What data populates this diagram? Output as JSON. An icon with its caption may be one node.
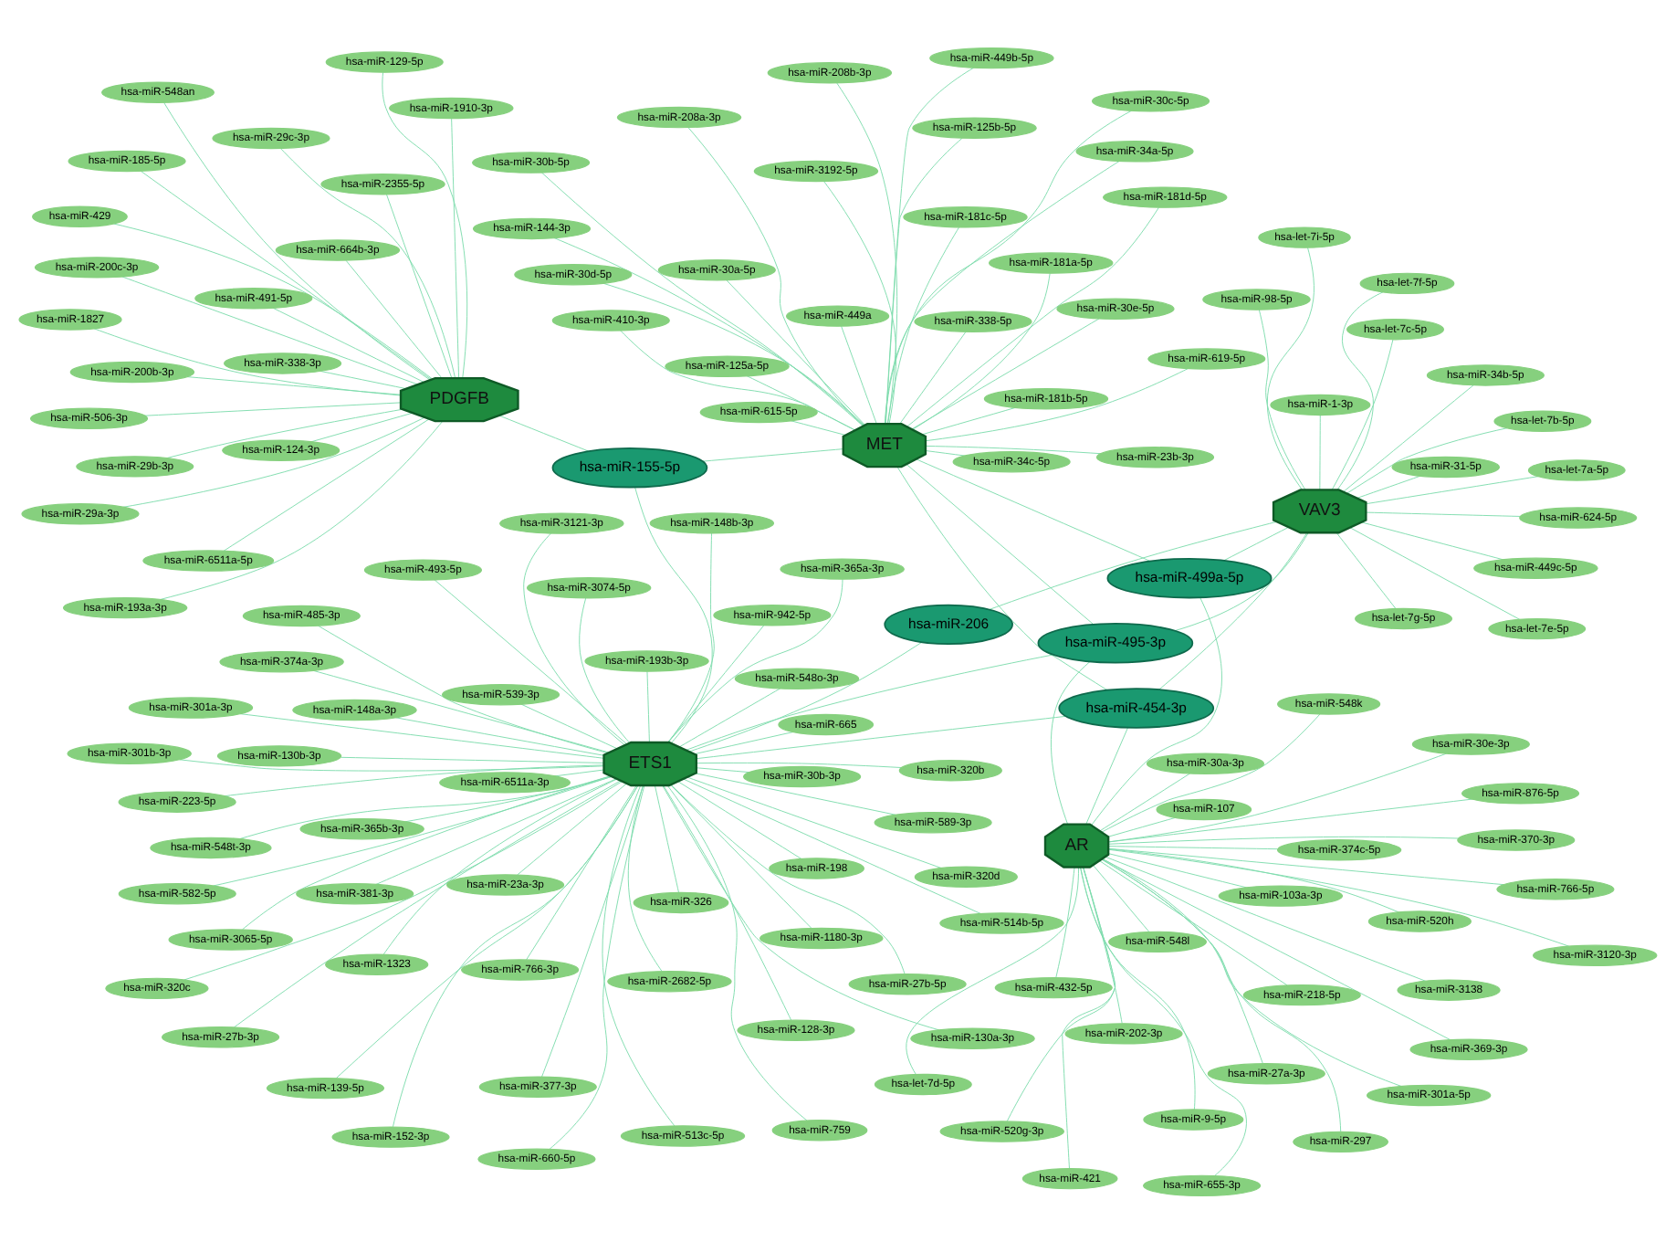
{
  "diagram": {
    "nodes": [
      {
        "text": [
          "MET"
        ]
      },
      {
        "text": [
          "hsa-miR-495-3p"
        ]
      },
      {
        "text": [
          "hsa-miR-155-5p"
        ]
      },
      {
        "text": [
          "hsa-miR-499a-5p"
        ]
      },
      {
        "text": [
          "PDGFB"
        ]
      },
      {
        "text": [
          "ETS1"
        ]
      },
      {
        "text": [
          "AR"
        ]
      },
      {
        "text": [
          "hsa-miR-206"
        ]
      },
      {
        "text": [
          "VAV3"
        ]
      },
      {
        "text": [
          "hsa-miR-454-3p"
        ]
      },
      {
        "text": [
          "hsa-miR-513c-5p"
        ]
      },
      {
        "text": [
          "hsa-miR-548t-3p"
        ]
      },
      {
        "text": [
          "hsa-miR-514b-5p"
        ]
      },
      {
        "text": [
          "hsa-miR-589-3p"
        ]
      },
      {
        "text": [
          "hsa-miR-3121-3p"
        ]
      },
      {
        "text": [
          "hsa-miR-128-3p"
        ]
      },
      {
        "text": [
          "hsa-miR-130a-3p"
        ]
      },
      {
        "text": [
          "hsa-miR-301a-3p"
        ]
      },
      {
        "text": [
          "hsa-miR-301b-3p"
        ]
      },
      {
        "text": [
          "hsa-miR-130b-3p"
        ]
      },
      {
        "text": [
          "hsa-miR-23a-3p"
        ]
      },
      {
        "text": [
          "hsa-miR-1-3p"
        ]
      },
      {
        "text": [
          "hsa-miR-624-5p"
        ]
      },
      {
        "text": [
          "hsa-miR-449c-5p"
        ]
      },
      {
        "text": [
          "hsa-miR-34b-5p"
        ]
      },
      {
        "text": [
          "hsa-miR-27a-3p"
        ]
      },
      {
        "text": [
          "hsa-miR-876-5p"
        ]
      },
      {
        "text": [
          "hsa-miR-548l"
        ]
      },
      {
        "text": [
          "hsa-miR-9-5p"
        ]
      },
      {
        "text": [
          "hsa-miR-369-3p"
        ]
      },
      {
        "text": [
          "hsa-miR-107"
        ]
      },
      {
        "text": [
          "hsa-miR-103a-3p"
        ]
      },
      {
        "text": [
          "hsa-miR-31-5p"
        ]
      },
      {
        "text": [
          "hsa-let-7f-5p"
        ]
      },
      {
        "text": [
          "hsa-let-7e-5p"
        ]
      },
      {
        "text": [
          "hsa-let-7g-5p"
        ]
      },
      {
        "text": [
          "hsa-let-7b-5p"
        ]
      },
      {
        "text": [
          "hsa-let-7a-5p"
        ]
      },
      {
        "text": [
          "hsa-let-7i-5p"
        ]
      },
      {
        "text": [
          "hsa-miR-98-5p"
        ]
      },
      {
        "text": [
          "hsa-let-7c-5p"
        ]
      },
      {
        "text": [
          "hsa-miR-30b-5p"
        ]
      },
      {
        "text": [
          "hsa-miR-30a-5p"
        ]
      },
      {
        "text": [
          "hsa-miR-30c-5p"
        ]
      },
      {
        "text": [
          "hsa-miR-30e-5p"
        ]
      },
      {
        "text": [
          "hsa-miR-30d-5p"
        ]
      },
      {
        "text": [
          "hsa-miR-3138"
        ]
      },
      {
        "text": [
          "hsa-miR-218-5p"
        ]
      },
      {
        "text": [
          "hsa-miR-766-5p"
        ]
      },
      {
        "text": [
          "hsa-miR-3120-3p"
        ]
      },
      {
        "text": [
          "hsa-miR-432-5p"
        ]
      },
      {
        "text": [
          "hsa-miR-370-3p"
        ]
      },
      {
        "text": [
          "hsa-miR-548k"
        ]
      },
      {
        "text": [
          "hsa-miR-30a-3p"
        ]
      },
      {
        "text": [
          "hsa-miR-30e-3p"
        ]
      },
      {
        "text": [
          "hsa-miR-297"
        ]
      },
      {
        "text": [
          "hsa-miR-421"
        ]
      },
      {
        "text": [
          "hsa-miR-185-5p"
        ]
      },
      {
        "text": [
          "hsa-miR-2355-5p"
        ]
      },
      {
        "text": [
          "hsa-miR-1827"
        ]
      },
      {
        "text": [
          "hsa-miR-491-5p"
        ]
      },
      {
        "text": [
          "hsa-miR-548an"
        ]
      },
      {
        "text": [
          "hsa-miR-320c"
        ]
      },
      {
        "text": [
          "hsa-miR-320b"
        ]
      },
      {
        "text": [
          "hsa-miR-320d"
        ]
      },
      {
        "text": [
          "hsa-miR-3065-5p"
        ]
      },
      {
        "text": [
          "hsa-miR-30b-3p"
        ]
      },
      {
        "text": [
          "hsa-miR-1910-3p"
        ]
      },
      {
        "text": [
          "hsa-miR-6511a-5p"
        ]
      },
      {
        "text": [
          "hsa-miR-29b-3p"
        ]
      },
      {
        "text": [
          "hsa-miR-29a-3p"
        ]
      },
      {
        "text": [
          "hsa-miR-29c-3p"
        ]
      },
      {
        "text": [
          "hsa-miR-664b-3p"
        ]
      },
      {
        "text": [
          "hsa-let-7d-5p"
        ]
      },
      {
        "text": [
          "hsa-miR-202-3p"
        ]
      },
      {
        "text": [
          "hsa-miR-301a-5p"
        ]
      },
      {
        "text": [
          "hsa-miR-374c-5p"
        ]
      },
      {
        "text": [
          "hsa-miR-655-3p"
        ]
      },
      {
        "text": [
          "hsa-miR-520g-3p"
        ]
      },
      {
        "text": [
          "hsa-miR-520h"
        ]
      },
      {
        "text": [
          "hsa-miR-223-5p"
        ]
      },
      {
        "text": [
          "hsa-miR-27b-3p"
        ]
      },
      {
        "text": [
          "hsa-miR-198"
        ]
      },
      {
        "text": [
          "hsa-miR-2682-5p"
        ]
      },
      {
        "text": [
          "hsa-miR-493-5p"
        ]
      },
      {
        "text": [
          "hsa-miR-485-3p"
        ]
      },
      {
        "text": [
          "hsa-miR-539-3p"
        ]
      },
      {
        "text": [
          "hsa-miR-374a-3p"
        ]
      },
      {
        "text": [
          "hsa-miR-148a-3p"
        ]
      },
      {
        "text": [
          "hsa-miR-152-3p"
        ]
      },
      {
        "text": [
          "hsa-miR-148b-3p"
        ]
      },
      {
        "text": [
          "hsa-miR-582-5p"
        ]
      },
      {
        "text": [
          "hsa-miR-665"
        ]
      },
      {
        "text": [
          "hsa-miR-3074-5p"
        ]
      },
      {
        "text": [
          "hsa-miR-381-3p"
        ]
      },
      {
        "text": [
          "hsa-miR-377-3p"
        ]
      },
      {
        "text": [
          "hsa-miR-326"
        ]
      },
      {
        "text": [
          "hsa-miR-619-5p"
        ]
      },
      {
        "text": [
          "hsa-miR-338-5p"
        ]
      },
      {
        "text": [
          "hsa-miR-615-5p"
        ]
      },
      {
        "text": [
          "hsa-miR-125b-5p"
        ]
      },
      {
        "text": [
          "hsa-miR-3192-5p"
        ]
      },
      {
        "text": [
          "hsa-miR-410-3p"
        ]
      },
      {
        "text": [
          "hsa-miR-125a-5p"
        ]
      },
      {
        "text": [
          "hsa-miR-144-3p"
        ]
      },
      {
        "text": [
          "hsa-miR-181d-5p"
        ]
      },
      {
        "text": [
          "hsa-miR-181a-5p"
        ]
      },
      {
        "text": [
          "hsa-miR-181c-5p"
        ]
      },
      {
        "text": [
          "hsa-miR-208b-3p"
        ]
      },
      {
        "text": [
          "hsa-miR-208a-3p"
        ]
      },
      {
        "text": [
          "hsa-miR-181b-5p"
        ]
      },
      {
        "text": [
          "hsa-miR-129-5p"
        ]
      },
      {
        "text": [
          "hsa-miR-338-3p"
        ]
      },
      {
        "text": [
          "hsa-miR-506-3p"
        ]
      },
      {
        "text": [
          "hsa-miR-200b-3p"
        ]
      },
      {
        "text": [
          "hsa-miR-429"
        ]
      },
      {
        "text": [
          "hsa-miR-200c-3p"
        ]
      },
      {
        "text": [
          "hsa-miR-124-3p"
        ]
      },
      {
        "text": [
          "hsa-miR-193a-3p"
        ]
      },
      {
        "text": [
          "hsa-miR-193b-3p"
        ]
      },
      {
        "text": [
          "hsa-miR-766-3p"
        ]
      },
      {
        "text": [
          "hsa-miR-139-5p"
        ]
      },
      {
        "text": [
          "hsa-miR-759"
        ]
      },
      {
        "text": [
          "hsa-miR-27b-5p"
        ]
      },
      {
        "text": [
          "hsa-miR-1180-3p"
        ]
      },
      {
        "text": [
          "hsa-miR-1323"
        ]
      },
      {
        "text": [
          "hsa-miR-6511a-3p"
        ]
      },
      {
        "text": [
          "hsa-miR-660-5p"
        ]
      },
      {
        "text": [
          "hsa-miR-548o-3p"
        ]
      },
      {
        "text": [
          "hsa-miR-365b-3p"
        ]
      },
      {
        "text": [
          "hsa-miR-365a-3p"
        ]
      },
      {
        "text": [
          "hsa-miR-942-5p"
        ]
      },
      {
        "text": [
          "hsa-miR-34c-5p"
        ]
      },
      {
        "text": [
          "hsa-miR-34a-5p"
        ]
      },
      {
        "text": [
          "hsa-miR-449b-5p"
        ]
      },
      {
        "text": [
          "hsa-miR-449a"
        ]
      },
      {
        "text": [
          "hsa-miR-23b-3p"
        ]
      }
    ],
    "edges": [
      {
        "from": 1,
        "to": 0,
        "arrow": "none"
      },
      {
        "from": 1,
        "to": 5,
        "arrow": "none"
      },
      {
        "from": 1,
        "to": 8,
        "arrow": "none"
      },
      {
        "from": 1,
        "to": 6,
        "arrow": "none"
      },
      {
        "from": 2,
        "to": 4,
        "arrow": "none"
      },
      {
        "from": 2,
        "to": 5,
        "arrow": "none"
      },
      {
        "from": 2,
        "to": 0,
        "arrow": "none"
      },
      {
        "from": 3,
        "to": 6,
        "arrow": "none"
      },
      {
        "from": 3,
        "to": 0,
        "arrow": "none"
      },
      {
        "from": 3,
        "to": 8,
        "arrow": "none"
      },
      {
        "from": 7,
        "to": 5,
        "arrow": "none"
      },
      {
        "from": 7,
        "to": 8,
        "arrow": "none"
      },
      {
        "from": 9,
        "to": 8,
        "arrow": "none"
      },
      {
        "from": 9,
        "to": 5,
        "arrow": "none"
      },
      {
        "from": 9,
        "to": 6,
        "arrow": "none"
      },
      {
        "from": 9,
        "to": 0,
        "arrow": "none"
      },
      {
        "from": 10,
        "to": 5,
        "arrow": "none"
      },
      {
        "from": 11,
        "to": 5,
        "arrow": "none"
      },
      {
        "from": 12,
        "to": 5,
        "arrow": "none"
      },
      {
        "from": 13,
        "to": 5,
        "arrow": "none"
      },
      {
        "from": 14,
        "to": 5,
        "arrow": "none"
      },
      {
        "from": 15,
        "to": 5,
        "arrow": "none"
      },
      {
        "from": 16,
        "to": 5,
        "arrow": "none"
      },
      {
        "from": 17,
        "to": 5,
        "arrow": "none"
      },
      {
        "from": 18,
        "to": 5,
        "arrow": "none"
      },
      {
        "from": 19,
        "to": 5,
        "arrow": "none"
      },
      {
        "from": 20,
        "to": 5,
        "arrow": "none"
      },
      {
        "from": 21,
        "to": 8,
        "arrow": "none"
      },
      {
        "from": 22,
        "to": 8,
        "arrow": "none"
      },
      {
        "from": 23,
        "to": 8,
        "arrow": "none"
      },
      {
        "from": 24,
        "to": 8,
        "arrow": "none"
      },
      {
        "from": 25,
        "to": 6,
        "arrow": "none"
      },
      {
        "from": 26,
        "to": 6,
        "arrow": "none"
      },
      {
        "from": 27,
        "to": 6,
        "arrow": "none"
      },
      {
        "from": 28,
        "to": 6,
        "arrow": "none"
      },
      {
        "from": 29,
        "to": 6,
        "arrow": "none"
      },
      {
        "from": 30,
        "to": 6,
        "arrow": "none"
      },
      {
        "from": 31,
        "to": 6,
        "arrow": "none"
      },
      {
        "from": 32,
        "to": 8,
        "arrow": "none"
      },
      {
        "from": 33,
        "to": 8,
        "arrow": "none"
      },
      {
        "from": 34,
        "to": 8,
        "arrow": "none"
      },
      {
        "from": 35,
        "to": 8,
        "arrow": "none"
      },
      {
        "from": 36,
        "to": 8,
        "arrow": "none"
      },
      {
        "from": 37,
        "to": 8,
        "arrow": "none"
      },
      {
        "from": 38,
        "to": 8,
        "arrow": "none"
      },
      {
        "from": 39,
        "to": 8,
        "arrow": "none"
      },
      {
        "from": 40,
        "to": 8,
        "arrow": "none"
      },
      {
        "from": 41,
        "to": 0,
        "arrow": "none"
      },
      {
        "from": 42,
        "to": 0,
        "arrow": "none"
      },
      {
        "from": 43,
        "to": 0,
        "arrow": "none"
      },
      {
        "from": 44,
        "to": 0,
        "arrow": "none"
      },
      {
        "from": 45,
        "to": 0,
        "arrow": "none"
      },
      {
        "from": 46,
        "to": 6,
        "arrow": "none"
      },
      {
        "from": 47,
        "to": 6,
        "arrow": "none"
      },
      {
        "from": 48,
        "to": 6,
        "arrow": "none"
      },
      {
        "from": 49,
        "to": 6,
        "arrow": "none"
      },
      {
        "from": 50,
        "to": 6,
        "arrow": "none"
      },
      {
        "from": 51,
        "to": 6,
        "arrow": "none"
      },
      {
        "from": 52,
        "to": 6,
        "arrow": "none"
      },
      {
        "from": 53,
        "to": 6,
        "arrow": "none"
      },
      {
        "from": 54,
        "to": 6,
        "arrow": "none"
      },
      {
        "from": 55,
        "to": 6,
        "arrow": "none"
      },
      {
        "from": 56,
        "to": 6,
        "arrow": "none"
      },
      {
        "from": 57,
        "to": 4,
        "arrow": "none"
      },
      {
        "from": 58,
        "to": 4,
        "arrow": "none"
      },
      {
        "from": 59,
        "to": 4,
        "arrow": "none"
      },
      {
        "from": 60,
        "to": 4,
        "arrow": "none"
      },
      {
        "from": 61,
        "to": 4,
        "arrow": "none"
      },
      {
        "from": 62,
        "to": 5,
        "arrow": "none"
      },
      {
        "from": 63,
        "to": 5,
        "arrow": "none"
      },
      {
        "from": 64,
        "to": 5,
        "arrow": "none"
      },
      {
        "from": 65,
        "to": 5,
        "arrow": "none"
      },
      {
        "from": 66,
        "to": 5,
        "arrow": "none"
      },
      {
        "from": 67,
        "to": 4,
        "arrow": "none"
      },
      {
        "from": 68,
        "to": 4,
        "arrow": "none"
      },
      {
        "from": 69,
        "to": 4,
        "arrow": "none"
      },
      {
        "from": 70,
        "to": 4,
        "arrow": "none"
      },
      {
        "from": 71,
        "to": 4,
        "arrow": "none"
      },
      {
        "from": 72,
        "to": 4,
        "arrow": "none"
      },
      {
        "from": 73,
        "to": 6,
        "arrow": "none"
      },
      {
        "from": 74,
        "to": 6,
        "arrow": "none"
      },
      {
        "from": 75,
        "to": 6,
        "arrow": "none"
      },
      {
        "from": 76,
        "to": 6,
        "arrow": "none"
      },
      {
        "from": 77,
        "to": 6,
        "arrow": "none"
      },
      {
        "from": 78,
        "to": 6,
        "arrow": "none"
      },
      {
        "from": 79,
        "to": 6,
        "arrow": "none"
      },
      {
        "from": 80,
        "to": 5,
        "arrow": "none"
      },
      {
        "from": 81,
        "to": 5,
        "arrow": "none"
      },
      {
        "from": 82,
        "to": 5,
        "arrow": "none"
      },
      {
        "from": 83,
        "to": 5,
        "arrow": "none"
      },
      {
        "from": 84,
        "to": 5,
        "arrow": "none"
      },
      {
        "from": 85,
        "to": 5,
        "arrow": "none"
      },
      {
        "from": 86,
        "to": 5,
        "arrow": "none"
      },
      {
        "from": 87,
        "to": 5,
        "arrow": "none"
      },
      {
        "from": 88,
        "to": 5,
        "arrow": "none"
      },
      {
        "from": 89,
        "to": 5,
        "arrow": "none"
      },
      {
        "from": 90,
        "to": 5,
        "arrow": "none"
      },
      {
        "from": 91,
        "to": 5,
        "arrow": "none"
      },
      {
        "from": 92,
        "to": 5,
        "arrow": "none"
      },
      {
        "from": 93,
        "to": 5,
        "arrow": "none"
      },
      {
        "from": 94,
        "to": 5,
        "arrow": "none"
      },
      {
        "from": 95,
        "to": 5,
        "arrow": "none"
      },
      {
        "from": 96,
        "to": 5,
        "arrow": "none"
      },
      {
        "from": 97,
        "to": 0,
        "arrow": "none"
      },
      {
        "from": 98,
        "to": 0,
        "arrow": "none"
      },
      {
        "from": 99,
        "to": 0,
        "arrow": "none"
      },
      {
        "from": 100,
        "to": 0,
        "arrow": "none"
      },
      {
        "from": 101,
        "to": 0,
        "arrow": "none"
      },
      {
        "from": 102,
        "to": 0,
        "arrow": "none"
      },
      {
        "from": 103,
        "to": 0,
        "arrow": "none"
      },
      {
        "from": 104,
        "to": 0,
        "arrow": "none"
      },
      {
        "from": 105,
        "to": 0,
        "arrow": "none"
      },
      {
        "from": 106,
        "to": 0,
        "arrow": "none"
      },
      {
        "from": 107,
        "to": 0,
        "arrow": "none"
      },
      {
        "from": 108,
        "to": 0,
        "arrow": "none"
      },
      {
        "from": 109,
        "to": 0,
        "arrow": "none"
      },
      {
        "from": 110,
        "to": 0,
        "arrow": "none"
      },
      {
        "from": 111,
        "to": 4,
        "arrow": "none"
      },
      {
        "from": 112,
        "to": 4,
        "arrow": "none"
      },
      {
        "from": 113,
        "to": 4,
        "arrow": "none"
      },
      {
        "from": 114,
        "to": 4,
        "arrow": "none"
      },
      {
        "from": 115,
        "to": 4,
        "arrow": "none"
      },
      {
        "from": 116,
        "to": 4,
        "arrow": "none"
      },
      {
        "from": 117,
        "to": 4,
        "arrow": "none"
      },
      {
        "from": 118,
        "to": 4,
        "arrow": "none"
      },
      {
        "from": 119,
        "to": 5,
        "arrow": "none"
      },
      {
        "from": 120,
        "to": 5,
        "arrow": "none"
      },
      {
        "from": 121,
        "to": 5,
        "arrow": "none"
      },
      {
        "from": 122,
        "to": 5,
        "arrow": "none"
      },
      {
        "from": 123,
        "to": 5,
        "arrow": "none"
      },
      {
        "from": 124,
        "to": 5,
        "arrow": "none"
      },
      {
        "from": 125,
        "to": 5,
        "arrow": "none"
      },
      {
        "from": 126,
        "to": 5,
        "arrow": "none"
      },
      {
        "from": 127,
        "to": 5,
        "arrow": "none"
      },
      {
        "from": 128,
        "to": 5,
        "arrow": "none"
      },
      {
        "from": 129,
        "to": 5,
        "arrow": "none"
      },
      {
        "from": 130,
        "to": 5,
        "arrow": "none"
      },
      {
        "from": 131,
        "to": 5,
        "arrow": "none"
      },
      {
        "from": 132,
        "to": 0,
        "arrow": "none"
      },
      {
        "from": 133,
        "to": 0,
        "arrow": "none"
      },
      {
        "from": 134,
        "to": 0,
        "arrow": "none"
      },
      {
        "from": 135,
        "to": 0,
        "arrow": "none"
      },
      {
        "from": 136,
        "to": 0,
        "arrow": "none"
      }
    ]
  }
}
